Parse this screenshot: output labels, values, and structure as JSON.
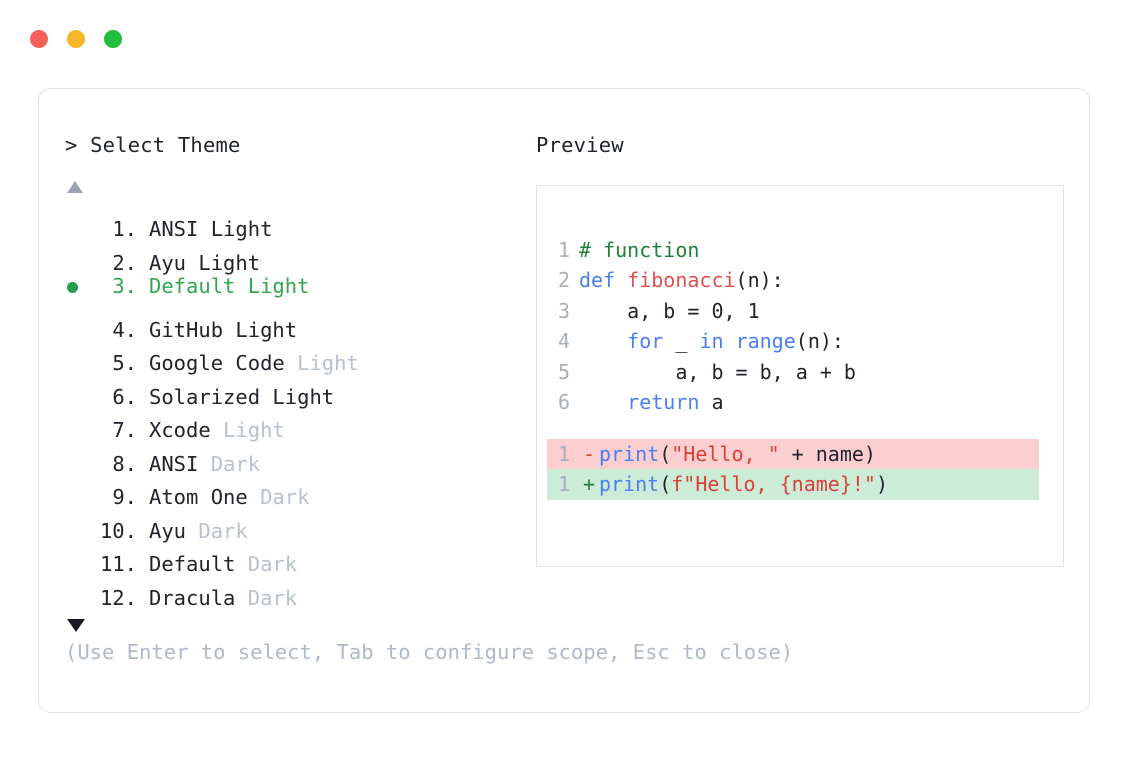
{
  "window": {
    "controls": [
      {
        "name": "close",
        "color": "#f4615c"
      },
      {
        "name": "minimize",
        "color": "#f5b828"
      },
      {
        "name": "maximize",
        "color": "#21be3b"
      }
    ]
  },
  "left_panel": {
    "prompt": "> Select Theme",
    "scroll_up_indicator": "▲",
    "scroll_down_indicator": "▼",
    "selected_index": 3,
    "selected_bullet_color": "#21a149",
    "selected_text_color": "#2fa84f",
    "items": [
      {
        "number": "1.",
        "name": "ANSI",
        "variant": " Light",
        "variant_muted": false,
        "selected": false
      },
      {
        "number": "2.",
        "name": "Ayu",
        "variant": " Light",
        "variant_muted": false,
        "selected": false
      },
      {
        "number": "3.",
        "name": "Default",
        "variant": " Light",
        "variant_muted": false,
        "selected": true
      },
      {
        "number": "4.",
        "name": "GitHub",
        "variant": " Light",
        "variant_muted": false,
        "selected": false
      },
      {
        "number": "5.",
        "name": "Google Code",
        "variant": " Light",
        "variant_muted": true,
        "selected": false
      },
      {
        "number": "6.",
        "name": "Solarized",
        "variant": " Light",
        "variant_muted": false,
        "selected": false
      },
      {
        "number": "7.",
        "name": "Xcode",
        "variant": " Light",
        "variant_muted": true,
        "selected": false
      },
      {
        "number": "8.",
        "name": "ANSI",
        "variant": " Dark",
        "variant_muted": true,
        "selected": false
      },
      {
        "number": "9.",
        "name": "Atom One",
        "variant": " Dark",
        "variant_muted": true,
        "selected": false
      },
      {
        "number": "10.",
        "name": "Ayu",
        "variant": " Dark",
        "variant_muted": true,
        "selected": false
      },
      {
        "number": "11.",
        "name": "Default",
        "variant": " Dark",
        "variant_muted": true,
        "selected": false
      },
      {
        "number": "12.",
        "name": "Dracula",
        "variant": " Dark",
        "variant_muted": true,
        "selected": false
      }
    ]
  },
  "right_panel": {
    "title": "Preview",
    "code_lines": [
      {
        "num": "1",
        "tokens": [
          {
            "t": "# function",
            "c": "t-comment"
          }
        ]
      },
      {
        "num": "2",
        "tokens": [
          {
            "t": "def ",
            "c": "t-keyword"
          },
          {
            "t": "fibonacci",
            "c": "t-func"
          },
          {
            "t": "(n):",
            "c": "t-plain"
          }
        ]
      },
      {
        "num": "3",
        "tokens": [
          {
            "t": "    a, b = 0, 1",
            "c": "t-plain"
          }
        ]
      },
      {
        "num": "4",
        "tokens": [
          {
            "t": "    ",
            "c": "t-plain"
          },
          {
            "t": "for",
            "c": "t-keyword"
          },
          {
            "t": " _ ",
            "c": "t-plain"
          },
          {
            "t": "in",
            "c": "t-keyword"
          },
          {
            "t": " ",
            "c": "t-plain"
          },
          {
            "t": "range",
            "c": "t-builtin"
          },
          {
            "t": "(n):",
            "c": "t-plain"
          }
        ]
      },
      {
        "num": "5",
        "tokens": [
          {
            "t": "        a, b = b, a + b",
            "c": "t-plain"
          }
        ]
      },
      {
        "num": "6",
        "tokens": [
          {
            "t": "    ",
            "c": "t-plain"
          },
          {
            "t": "return",
            "c": "t-keyword"
          },
          {
            "t": " a",
            "c": "t-plain"
          }
        ]
      }
    ],
    "diff_lines": [
      {
        "num": "1",
        "sign": "-",
        "kind": "del",
        "tokens": [
          {
            "t": "print",
            "c": "t-builtin"
          },
          {
            "t": "(",
            "c": "t-plain"
          },
          {
            "t": "\"Hello, \"",
            "c": "t-string"
          },
          {
            "t": " + name)",
            "c": "t-plain"
          }
        ]
      },
      {
        "num": "1",
        "sign": "+",
        "kind": "add",
        "tokens": [
          {
            "t": "print",
            "c": "t-builtin"
          },
          {
            "t": "(",
            "c": "t-plain"
          },
          {
            "t": "f\"Hello, {name}!\"",
            "c": "t-string"
          },
          {
            "t": ")",
            "c": "t-plain"
          }
        ]
      }
    ],
    "diff_colors": {
      "deleted_bg": "#fbcfcf",
      "added_bg": "#cdecd8"
    }
  },
  "footer": {
    "hint": "(Use Enter to select, Tab to configure scope, Esc to close)"
  }
}
